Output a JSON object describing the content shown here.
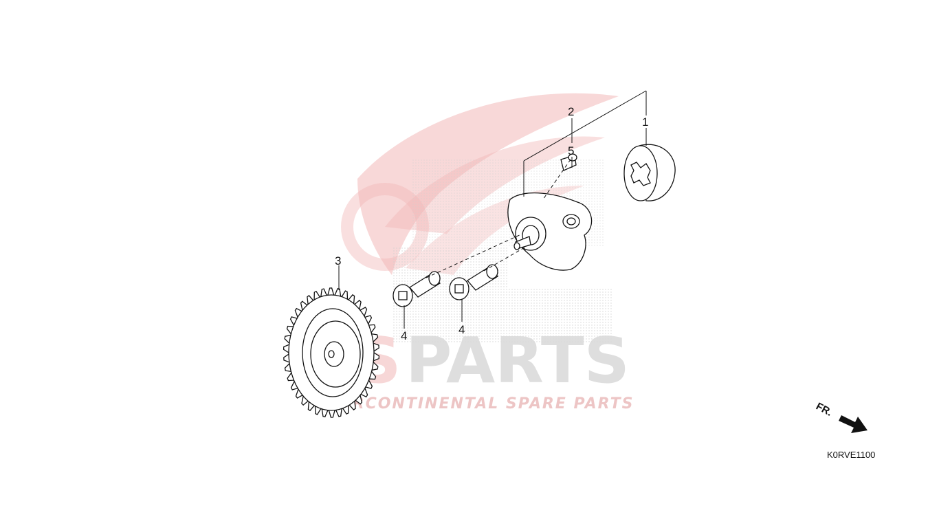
{
  "diagram": {
    "drawing_code": "K0RVE1100",
    "front_marker": "FR.",
    "callouts": {
      "part1": "1",
      "part2": "2",
      "part3": "3",
      "part4a": "4",
      "part4b": "4",
      "part5": "5"
    }
  },
  "watermark": {
    "brand": "PARTS",
    "brand_prefix": "CS",
    "tagline": "INTERCONTINENTAL SPARE PARTS"
  },
  "colors": {
    "line": "#111111",
    "watermark_red": "#f2b8b8",
    "watermark_gray": "#d9d9d9"
  }
}
